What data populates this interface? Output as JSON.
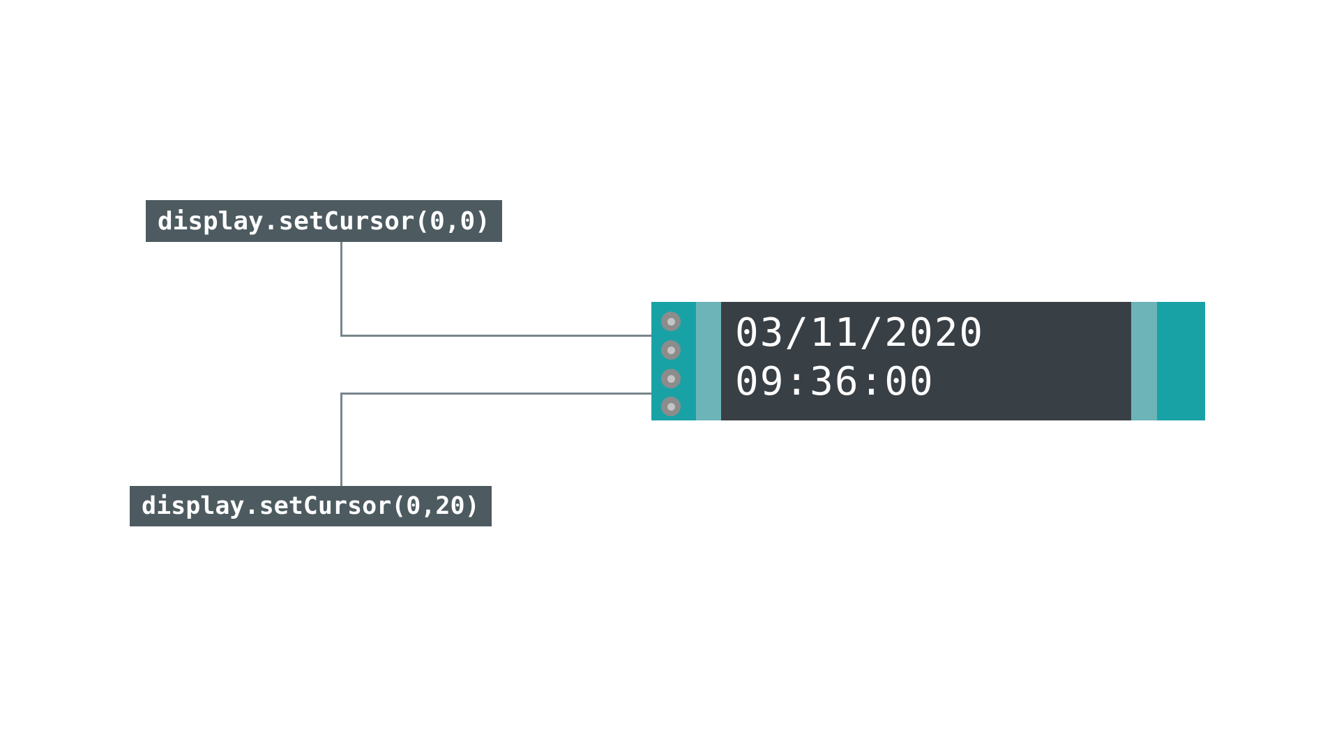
{
  "diagram": {
    "title": "LCD display setCursor annotation",
    "background_color": "#ffffff"
  },
  "callouts": [
    {
      "id": "set-cursor-origin",
      "label": "display.setCursor(0,0)",
      "background_color": "#4d5b61",
      "text_color": "#ffffff",
      "points_to": "screen-line-1"
    },
    {
      "id": "set-cursor-second-row",
      "label": "display.setCursor(0,20)",
      "background_color": "#4d5b61",
      "text_color": "#ffffff",
      "points_to": "screen-line-2"
    }
  ],
  "leader_line": {
    "color": "#78868c"
  },
  "device": {
    "name": "lcd-display-module",
    "bezel_outer_color": "#19a2a6",
    "bezel_inner_color": "#6db4b8",
    "screen_color": "#383f45",
    "screen_text_color": "#ffffff",
    "mounting_holes": [
      {
        "id": "hole-1"
      },
      {
        "id": "hole-2"
      },
      {
        "id": "hole-3"
      },
      {
        "id": "hole-4"
      }
    ],
    "screen_lines": [
      {
        "id": "line-1",
        "text": "03/11/2020"
      },
      {
        "id": "line-2",
        "text": "09:36:00"
      }
    ]
  }
}
